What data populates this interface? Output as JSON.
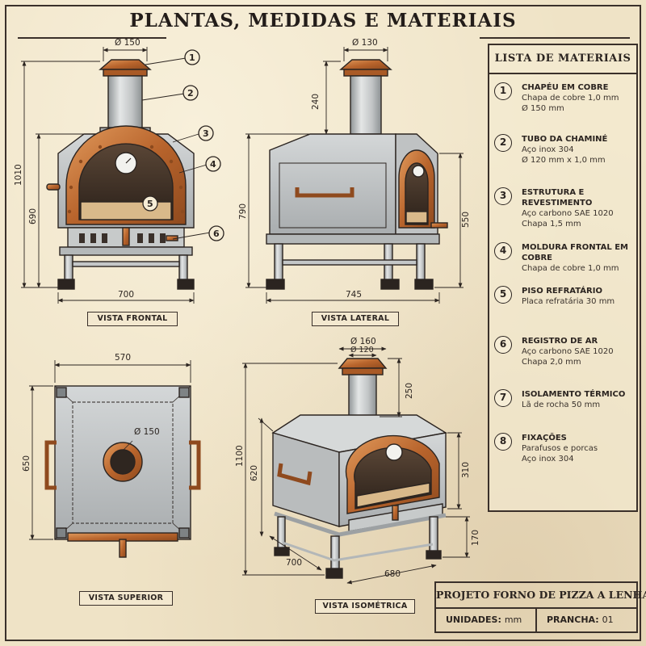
{
  "title": "PLANTAS, MEDIDAS E MATERIAIS",
  "materials_panel": {
    "heading": "LISTA DE MATERIAIS",
    "items": [
      {
        "num": "1",
        "title": "CHAPÉU EM COBRE",
        "lines": [
          "Chapa de cobre 1,0 mm",
          "Ø 150 mm"
        ]
      },
      {
        "num": "2",
        "title": "TUBO DA CHAMINÉ",
        "lines": [
          "Aço inox 304",
          "Ø 120 mm x 1,0 mm"
        ]
      },
      {
        "num": "3",
        "title": "ESTRUTURA E REVESTIMENTO",
        "lines": [
          "Aço carbono SAE 1020",
          "Chapa 1,5 mm"
        ]
      },
      {
        "num": "4",
        "title": "MOLDURA FRONTAL EM COBRE",
        "lines": [
          "Chapa de cobre 1,0 mm"
        ]
      },
      {
        "num": "5",
        "title": "PISO REFRATÁRIO",
        "lines": [
          "Placa refratária 30 mm"
        ]
      },
      {
        "num": "6",
        "title": "REGISTRO DE AR",
        "lines": [
          "Aço carbono SAE 1020",
          "Chapa 2,0 mm"
        ]
      },
      {
        "num": "7",
        "title": "ISOLAMENTO TÉRMICO",
        "lines": [
          "Lã de rocha 50 mm"
        ]
      },
      {
        "num": "8",
        "title": "FIXAÇÕES",
        "lines": [
          "Parafusos e porcas",
          "Aço inox 304"
        ]
      }
    ]
  },
  "title_block": {
    "project": "PROJETO FORNO DE PIZZA A LENHA",
    "units_label": "UNIDADES:",
    "units_value": "mm",
    "sheet_label": "PRANCHA:",
    "sheet_value": "01"
  },
  "views": {
    "front": {
      "label": "VISTA FRONTAL",
      "dims": {
        "chimney_dia": "Ø 150",
        "total_height": "1010",
        "body_height": "690",
        "width": "700"
      },
      "callouts": [
        "1",
        "2",
        "3",
        "4",
        "5",
        "6"
      ]
    },
    "side": {
      "label": "VISTA LATERAL",
      "dims": {
        "chimney_dia": "Ø 130",
        "chimney_height": "240",
        "body_height": "790",
        "opening_height": "550",
        "depth": "745"
      }
    },
    "top": {
      "label": "VISTA SUPERIOR",
      "dims": {
        "width": "570",
        "depth": "650",
        "hole_dia": "Ø 150"
      }
    },
    "iso": {
      "label": "VISTA ISOMÉTRICA",
      "dims": {
        "cap_dia": "Ø 160",
        "pipe_dia": "Ø 120",
        "chimney_height": "250",
        "total_height": "1100",
        "body_height": "620",
        "front_height": "310",
        "base_height": "170",
        "depth": "700",
        "width": "680"
      }
    }
  },
  "colors": {
    "paper": "#efe3c6",
    "ink": "#2b2420",
    "steel": "#b9bdbf",
    "copper": "#c4753a",
    "brick": "#d9b98a"
  }
}
